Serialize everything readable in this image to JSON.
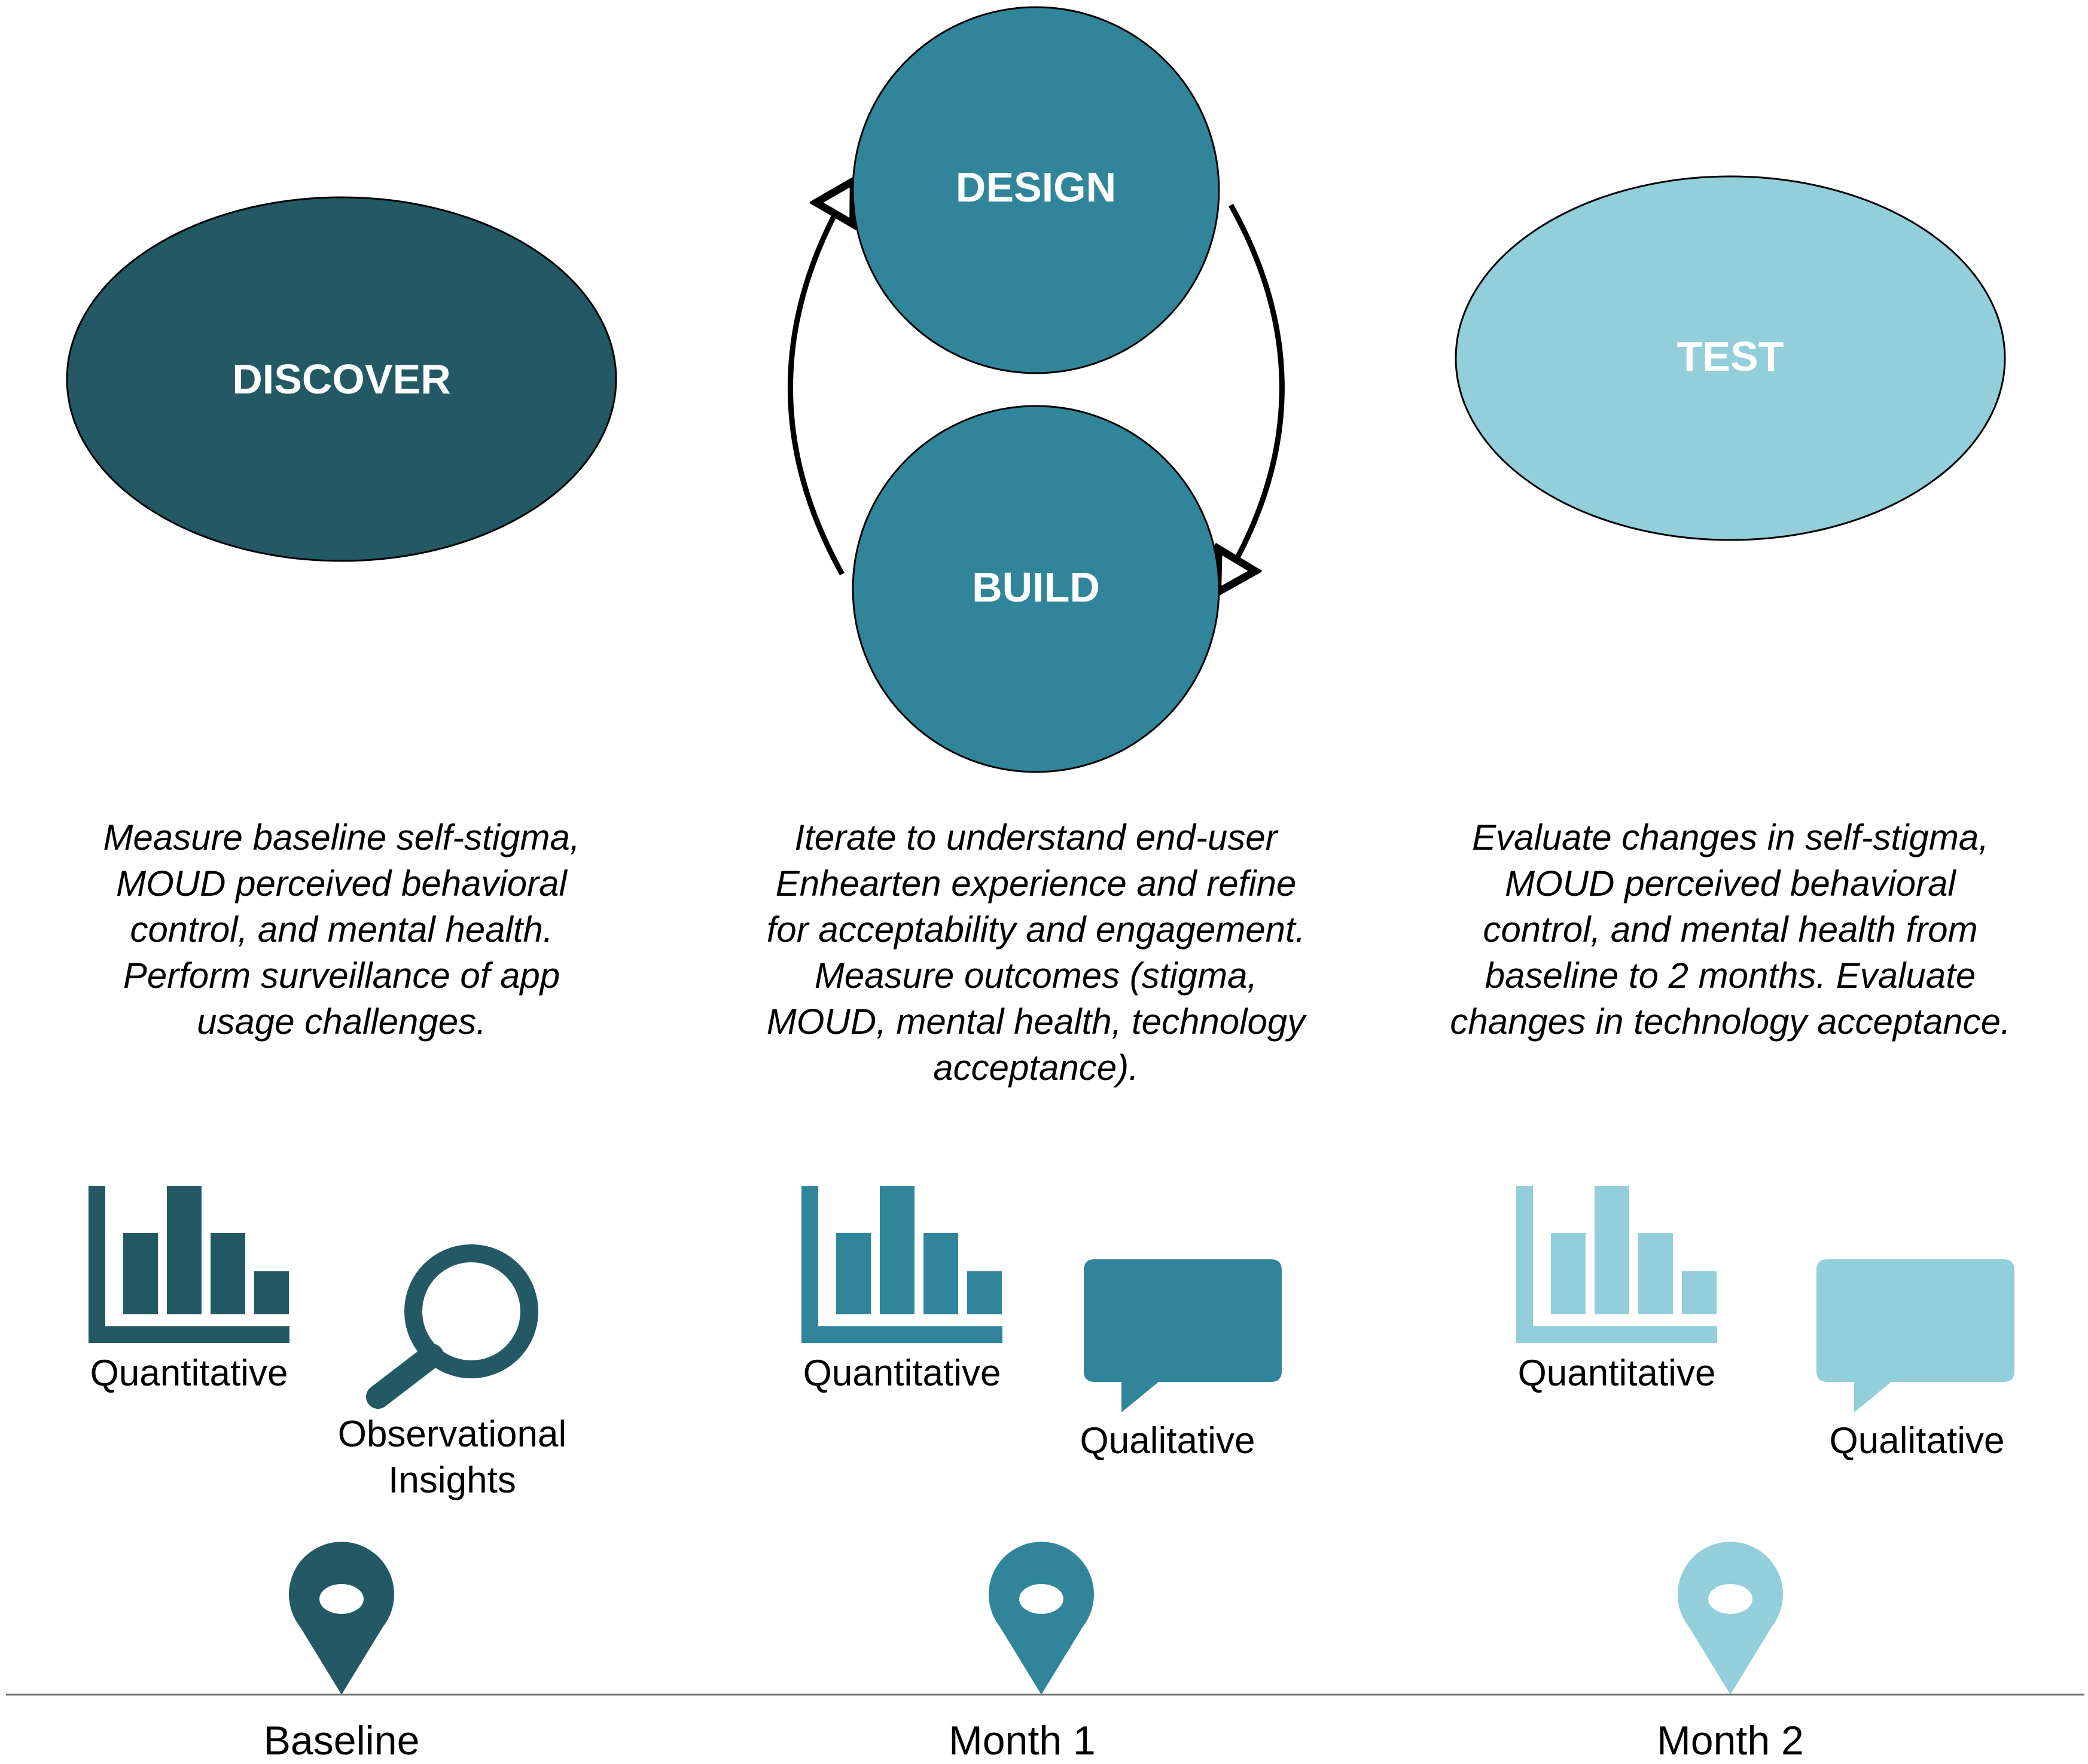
{
  "phases": {
    "discover": "DISCOVER",
    "design": "DESIGN",
    "build": "BUILD",
    "test": "TEST"
  },
  "descriptions": {
    "discover": [
      "Measure baseline self-stigma,",
      "MOUD perceived behavioral",
      "control, and mental health.",
      "Perform surveillance of app",
      "usage challenges."
    ],
    "design_build": [
      "Iterate to understand end-user",
      "Enhearten experience and refine",
      "for acceptability and engagement.",
      "Measure outcomes (stigma,",
      "MOUD, mental health, technology",
      "acceptance)."
    ],
    "test": [
      "Evaluate changes in self-stigma,",
      "MOUD perceived behavioral",
      "control, and mental health from",
      "baseline to 2 months. Evaluate",
      "changes in technology acceptance."
    ]
  },
  "methods": {
    "col1_quant": "Quantitative",
    "col1_obs": [
      "Observational",
      "Insights"
    ],
    "col2_quant": "Quantitative",
    "col2_qual": "Qualitative",
    "col3_quant": "Quantitative",
    "col3_qual": "Qualitative"
  },
  "timeline": {
    "baseline": "Baseline",
    "month1": "Month 1",
    "month2": "Month 2"
  },
  "colors": {
    "dark": "#235865",
    "mid": "#31859a",
    "light": "#93cedb"
  },
  "icons": [
    "bar-chart-icon",
    "magnifier-icon",
    "speech-bubble-icon",
    "location-pin-icon",
    "cycle-arrow-icon"
  ]
}
